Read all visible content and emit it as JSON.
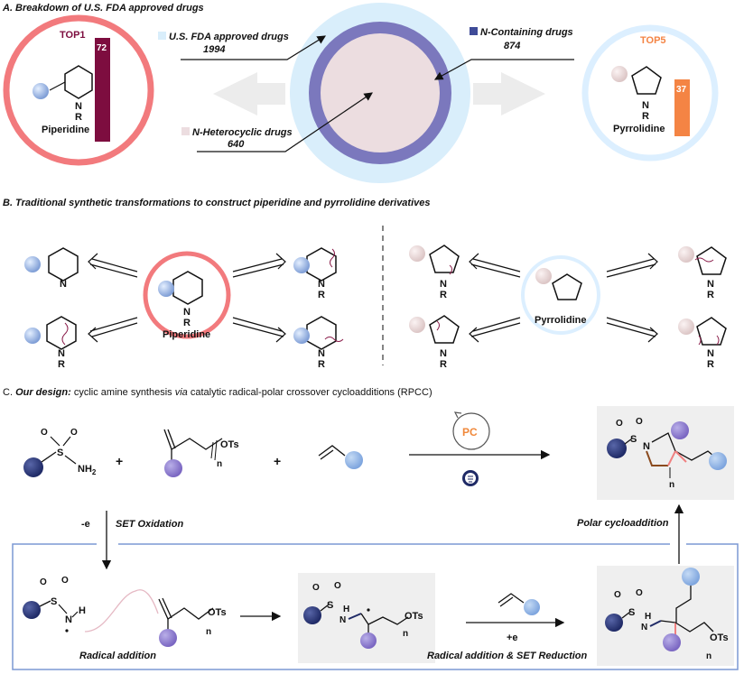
{
  "sectionA": {
    "title": "A. Breakdown of U.S. FDA approved drugs",
    "fda": {
      "label": "U.S. FDA approved drugs",
      "count": "1994"
    },
    "nContaining": {
      "label": "N-Containing drugs",
      "count": "874"
    },
    "nHeterocyclic": {
      "label": "N-Heterocyclic drugs",
      "count": "640"
    },
    "top1": {
      "rank": "TOP1",
      "value": "72",
      "name": "Piperidine",
      "r": "R",
      "n": "N"
    },
    "top5": {
      "rank": "TOP5",
      "value": "37",
      "name": "Pyrrolidine",
      "r": "R",
      "n": "N"
    }
  },
  "sectionB": {
    "title": "B. Traditional synthetic transformations to construct piperidine and pyrrolidine derivatives",
    "piperidine": "Piperidine",
    "pyrrolidine": "Pyrrolidine",
    "r": "R",
    "n": "N"
  },
  "sectionC": {
    "title_part1": "C. ",
    "title_part2": "Our design:",
    "title_part3": " cyclic amine synthesis ",
    "title_part4": "via",
    "title_part5": " catalytic radical-polar crossover cycloadditions (RPCC)",
    "pc": "PC",
    "ots": "OTs",
    "nh2": "NH",
    "nh2_sub": "2",
    "s": "S",
    "o": "O",
    "n_letter": "N",
    "h": "H",
    "n_sub": "n",
    "plus": "+",
    "minus_e": "-e",
    "plus_e": "+e",
    "set_oxidation": "SET Oxidation",
    "polar_cycloaddition": "Polar cycloaddition",
    "radical_addition": "Radical addition",
    "radical_addition_set": "Radical addition & SET Reduction"
  },
  "colors": {
    "piperidineRing": "#f27a7d",
    "pyrrolidineRing": "#dcefff",
    "fdaCircle": "#d9eefb",
    "nContaining": "#7b78bd",
    "nHetero": "#ecdde0",
    "piperidineBar": "#7d0d3f",
    "pyrrolidineBar": "#f48444",
    "navyBall": "#2e3b7b",
    "purpleBall": "#8877cc",
    "blueBall": "#8ab4e3",
    "pinkBall": "#ead8d8",
    "boxBlue": "#7b98d3",
    "pcOrange": "#f0883a"
  }
}
